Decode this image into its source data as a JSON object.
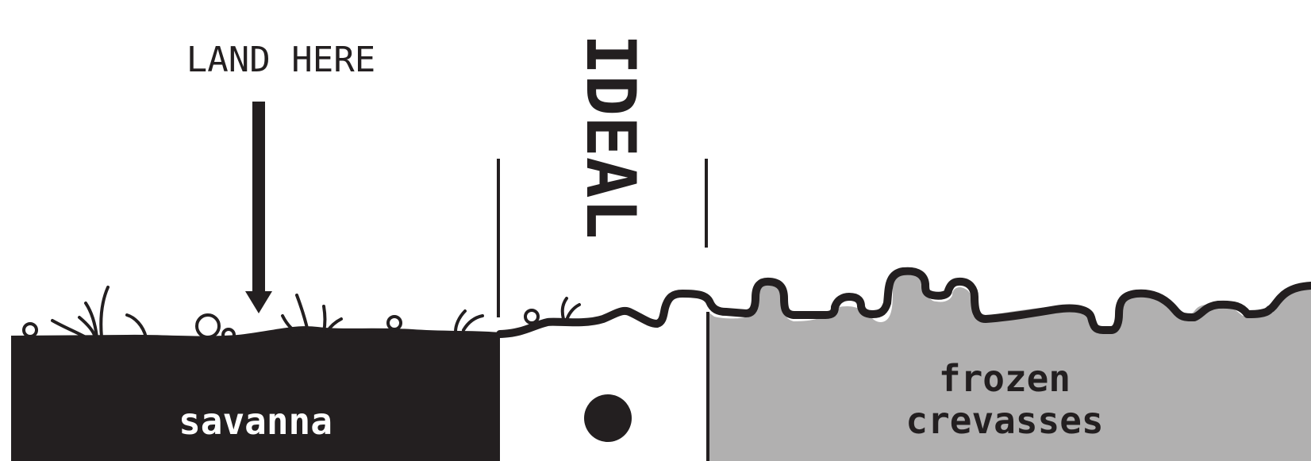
{
  "labels": {
    "land_here": "LAND HERE",
    "ideal": "IDEAL",
    "savanna": "savanna",
    "frozen_line1": "frozen",
    "frozen_line2": "crevasses"
  },
  "colors": {
    "ink": "#231f20",
    "ice": "#b1b0b0",
    "paper": "#ffffff"
  },
  "icons": {
    "arrow": "arrow-down-icon",
    "marker": "filled-circle-icon"
  }
}
